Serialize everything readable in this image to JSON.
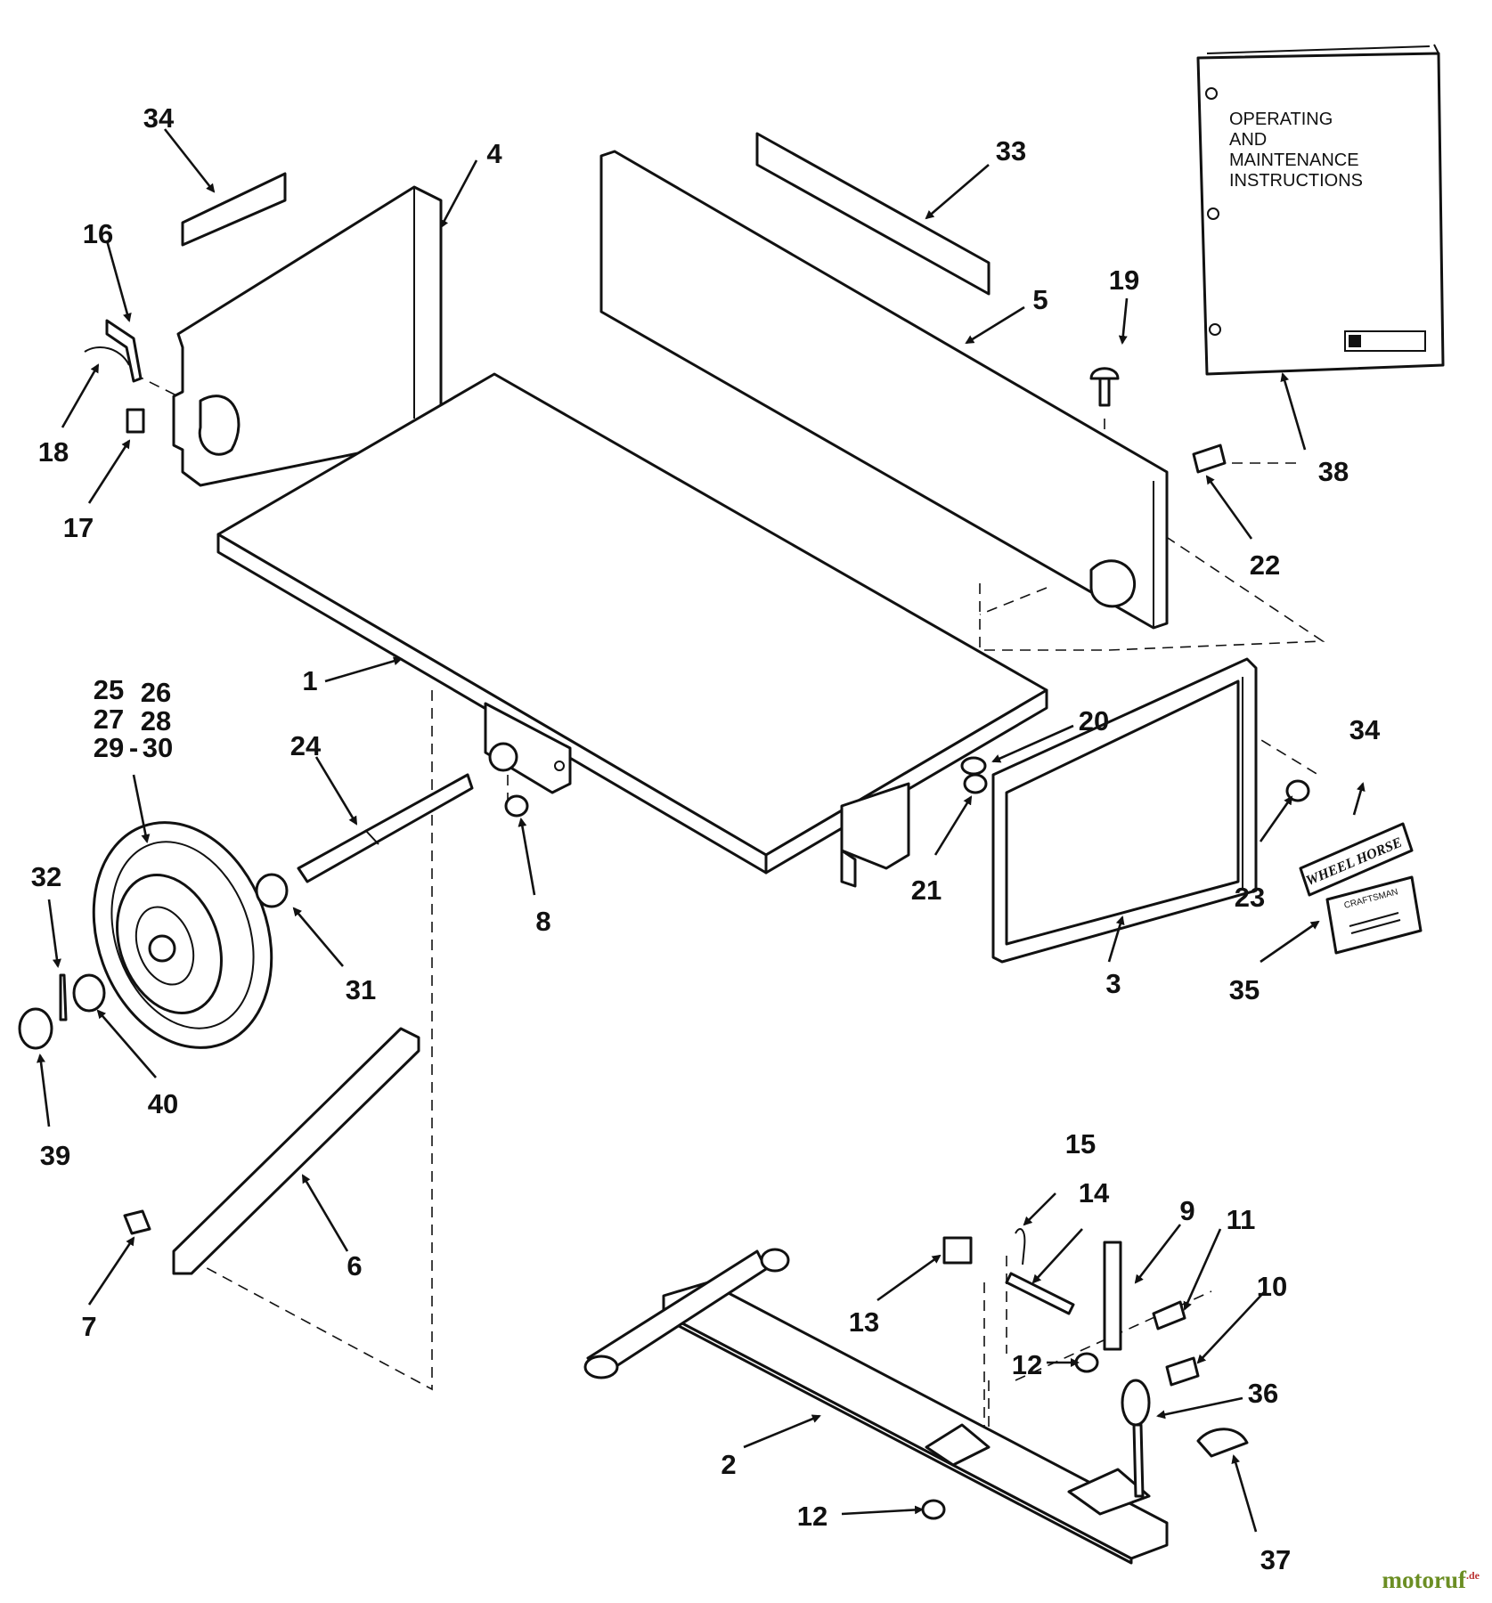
{
  "manual": {
    "line1": "OPERATING",
    "line2": "AND",
    "line3": "MAINTENANCE",
    "line4": "INSTRUCTIONS"
  },
  "decals": {
    "wheel_horse": "WHEEL HORSE",
    "craftsman": "CRAFTSMAN"
  },
  "callouts": {
    "c1": "1",
    "c2": "2",
    "c3": "3",
    "c4": "4",
    "c5": "5",
    "c6": "6",
    "c7": "7",
    "c8": "8",
    "c9": "9",
    "c10": "10",
    "c11": "11",
    "c12a": "12",
    "c12b": "12",
    "c13": "13",
    "c14": "14",
    "c15": "15",
    "c16": "16",
    "c17": "17",
    "c18": "18",
    "c19": "19",
    "c20": "20",
    "c21": "21",
    "c22": "22",
    "c23": "23",
    "c24": "24",
    "c25": "25",
    "c26": "26",
    "c27": "27",
    "c28": "28",
    "c29": "29",
    "c29dash": "-",
    "c30": "30",
    "c31": "31",
    "c32": "32",
    "c33": "33",
    "c34a": "34",
    "c34b": "34",
    "c35": "35",
    "c36": "36",
    "c37": "37",
    "c38": "38",
    "c39": "39",
    "c40": "40"
  },
  "watermark": {
    "text": "motoruf",
    "suffix": ".de"
  }
}
